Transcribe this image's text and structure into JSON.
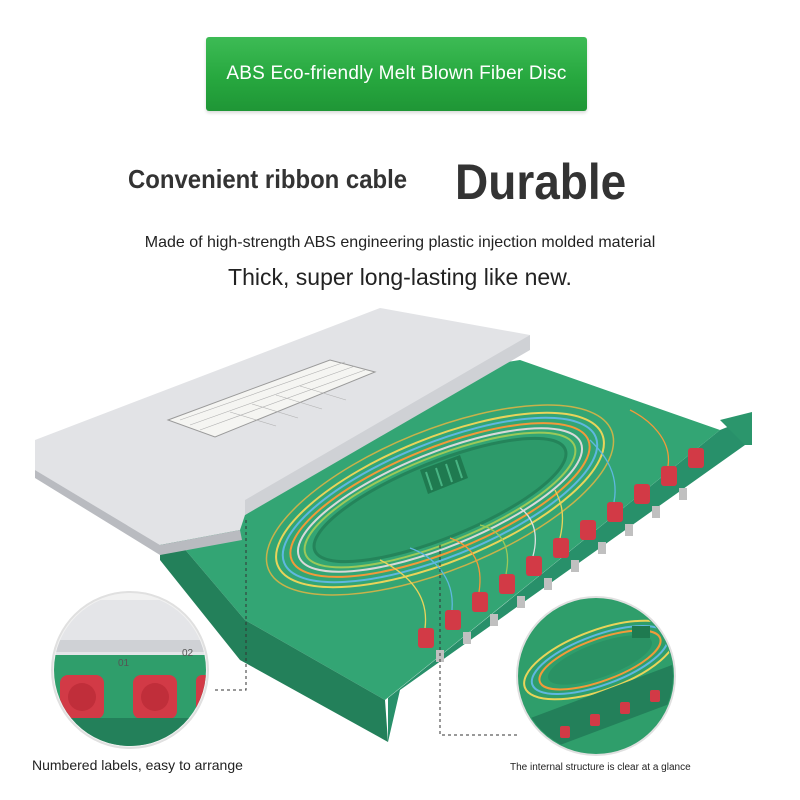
{
  "banner": {
    "text": "ABS Eco-friendly Melt Blown Fiber Disc",
    "color": "#2aab42"
  },
  "headlines": {
    "left": "Convenient ribbon cable",
    "right": "Durable"
  },
  "subtitles": {
    "line1": "Made of high-strength ABS engineering plastic injection molded material",
    "line2": "Thick, super long-lasting like new."
  },
  "callouts": {
    "left": {
      "caption": "Numbered labels, easy to arrange",
      "labels": [
        "01",
        "02"
      ]
    },
    "right": {
      "caption": "The internal structure is clear at a glance"
    }
  },
  "colors": {
    "tray_green": "#2f9e6b",
    "tray_green_dark": "#23805a",
    "lid_grey": "#e2e3e6",
    "adapter_red": "#d23a46"
  }
}
